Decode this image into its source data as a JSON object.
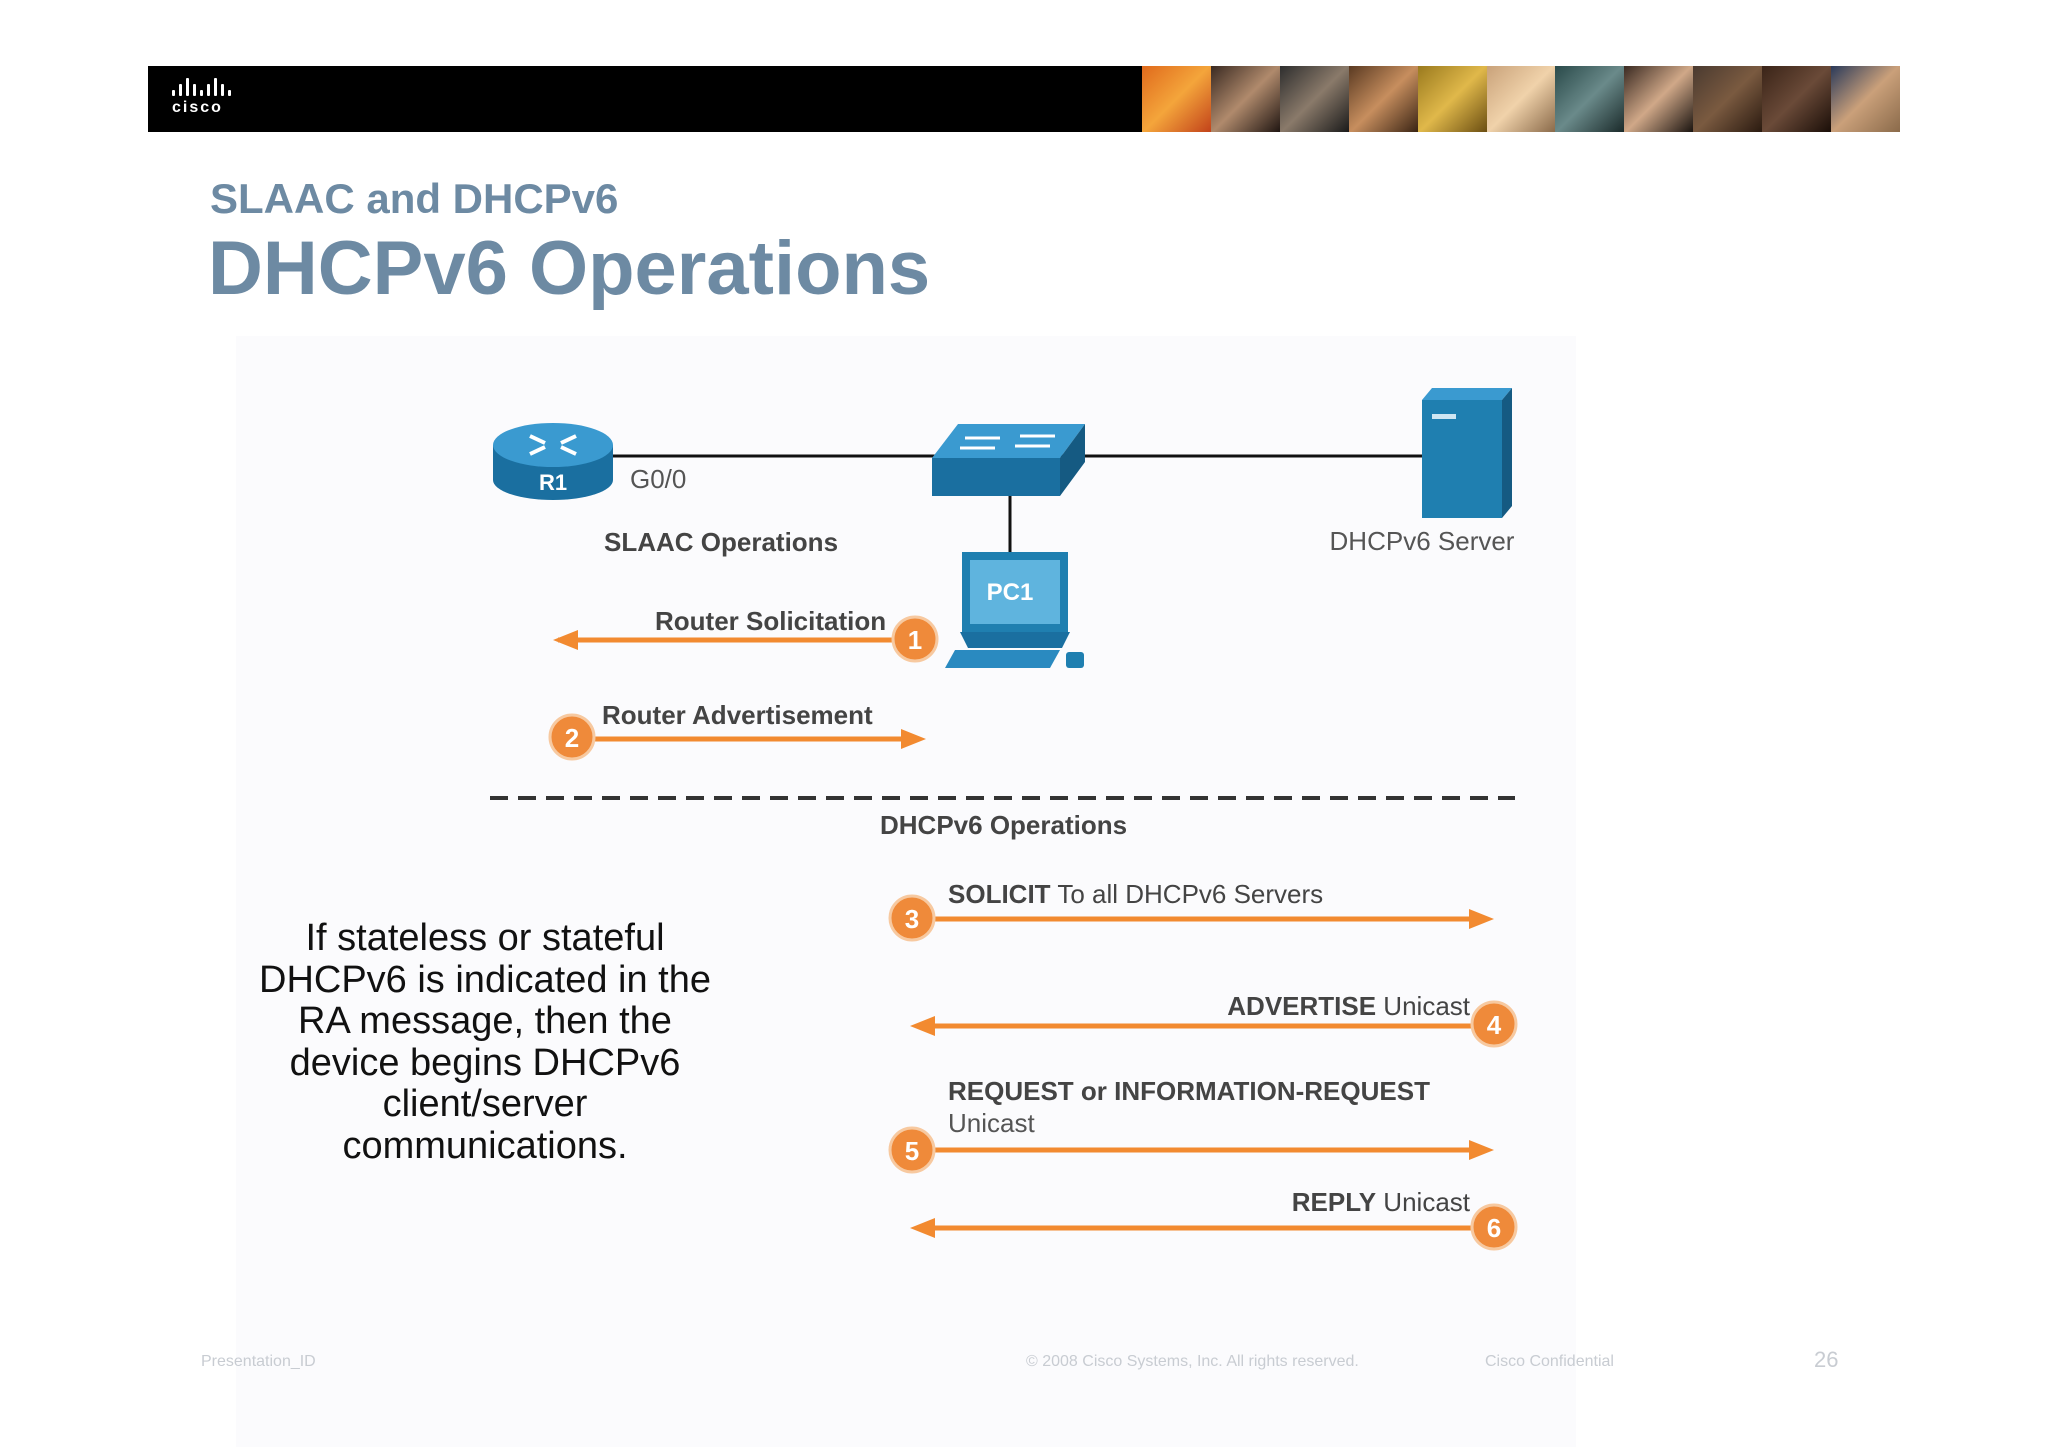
{
  "brand": "cisco",
  "header": {
    "subtitle": "SLAAC and DHCPv6",
    "title": "DHCPv6 Operations"
  },
  "diagram": {
    "router_label": "R1",
    "interface_label": "G0/0",
    "pc_label": "PC1",
    "server_label": "DHCPv6 Server",
    "slaac_heading": "SLAAC Operations",
    "dhcp_heading": "DHCPv6  Operations",
    "messages": [
      {
        "num": "1",
        "bold": "Router Solicitation",
        "normal": "",
        "direction": "to-router"
      },
      {
        "num": "2",
        "bold": "Router Advertisement",
        "normal": "",
        "direction": "to-pc"
      },
      {
        "num": "3",
        "bold": "SOLICIT",
        "normal": " To all DHCPv6 Servers",
        "direction": "to-server"
      },
      {
        "num": "4",
        "bold": "ADVERTISE",
        "normal": " Unicast",
        "direction": "to-pc"
      },
      {
        "num": "5",
        "bold": "REQUEST or INFORMATION-REQUEST",
        "normal": "Unicast",
        "direction": "to-server"
      },
      {
        "num": "6",
        "bold": "REPLY",
        "normal": " Unicast",
        "direction": "to-pc"
      }
    ]
  },
  "body_text": "If stateless or stateful DHCPv6 is indicated in the RA message, then the device begins DHCPv6 client/server communications.",
  "footer": {
    "presentation_id": "Presentation_ID",
    "copyright": "© 2008 Cisco Systems, Inc. All rights  reserved.",
    "confidential": "Cisco Confidential",
    "page": "26"
  },
  "colors": {
    "title": "#6d8aa3",
    "device_blue": "#1f7fb0",
    "arrow_orange": "#f28a30",
    "badge_orange": "#ef8a3a"
  }
}
